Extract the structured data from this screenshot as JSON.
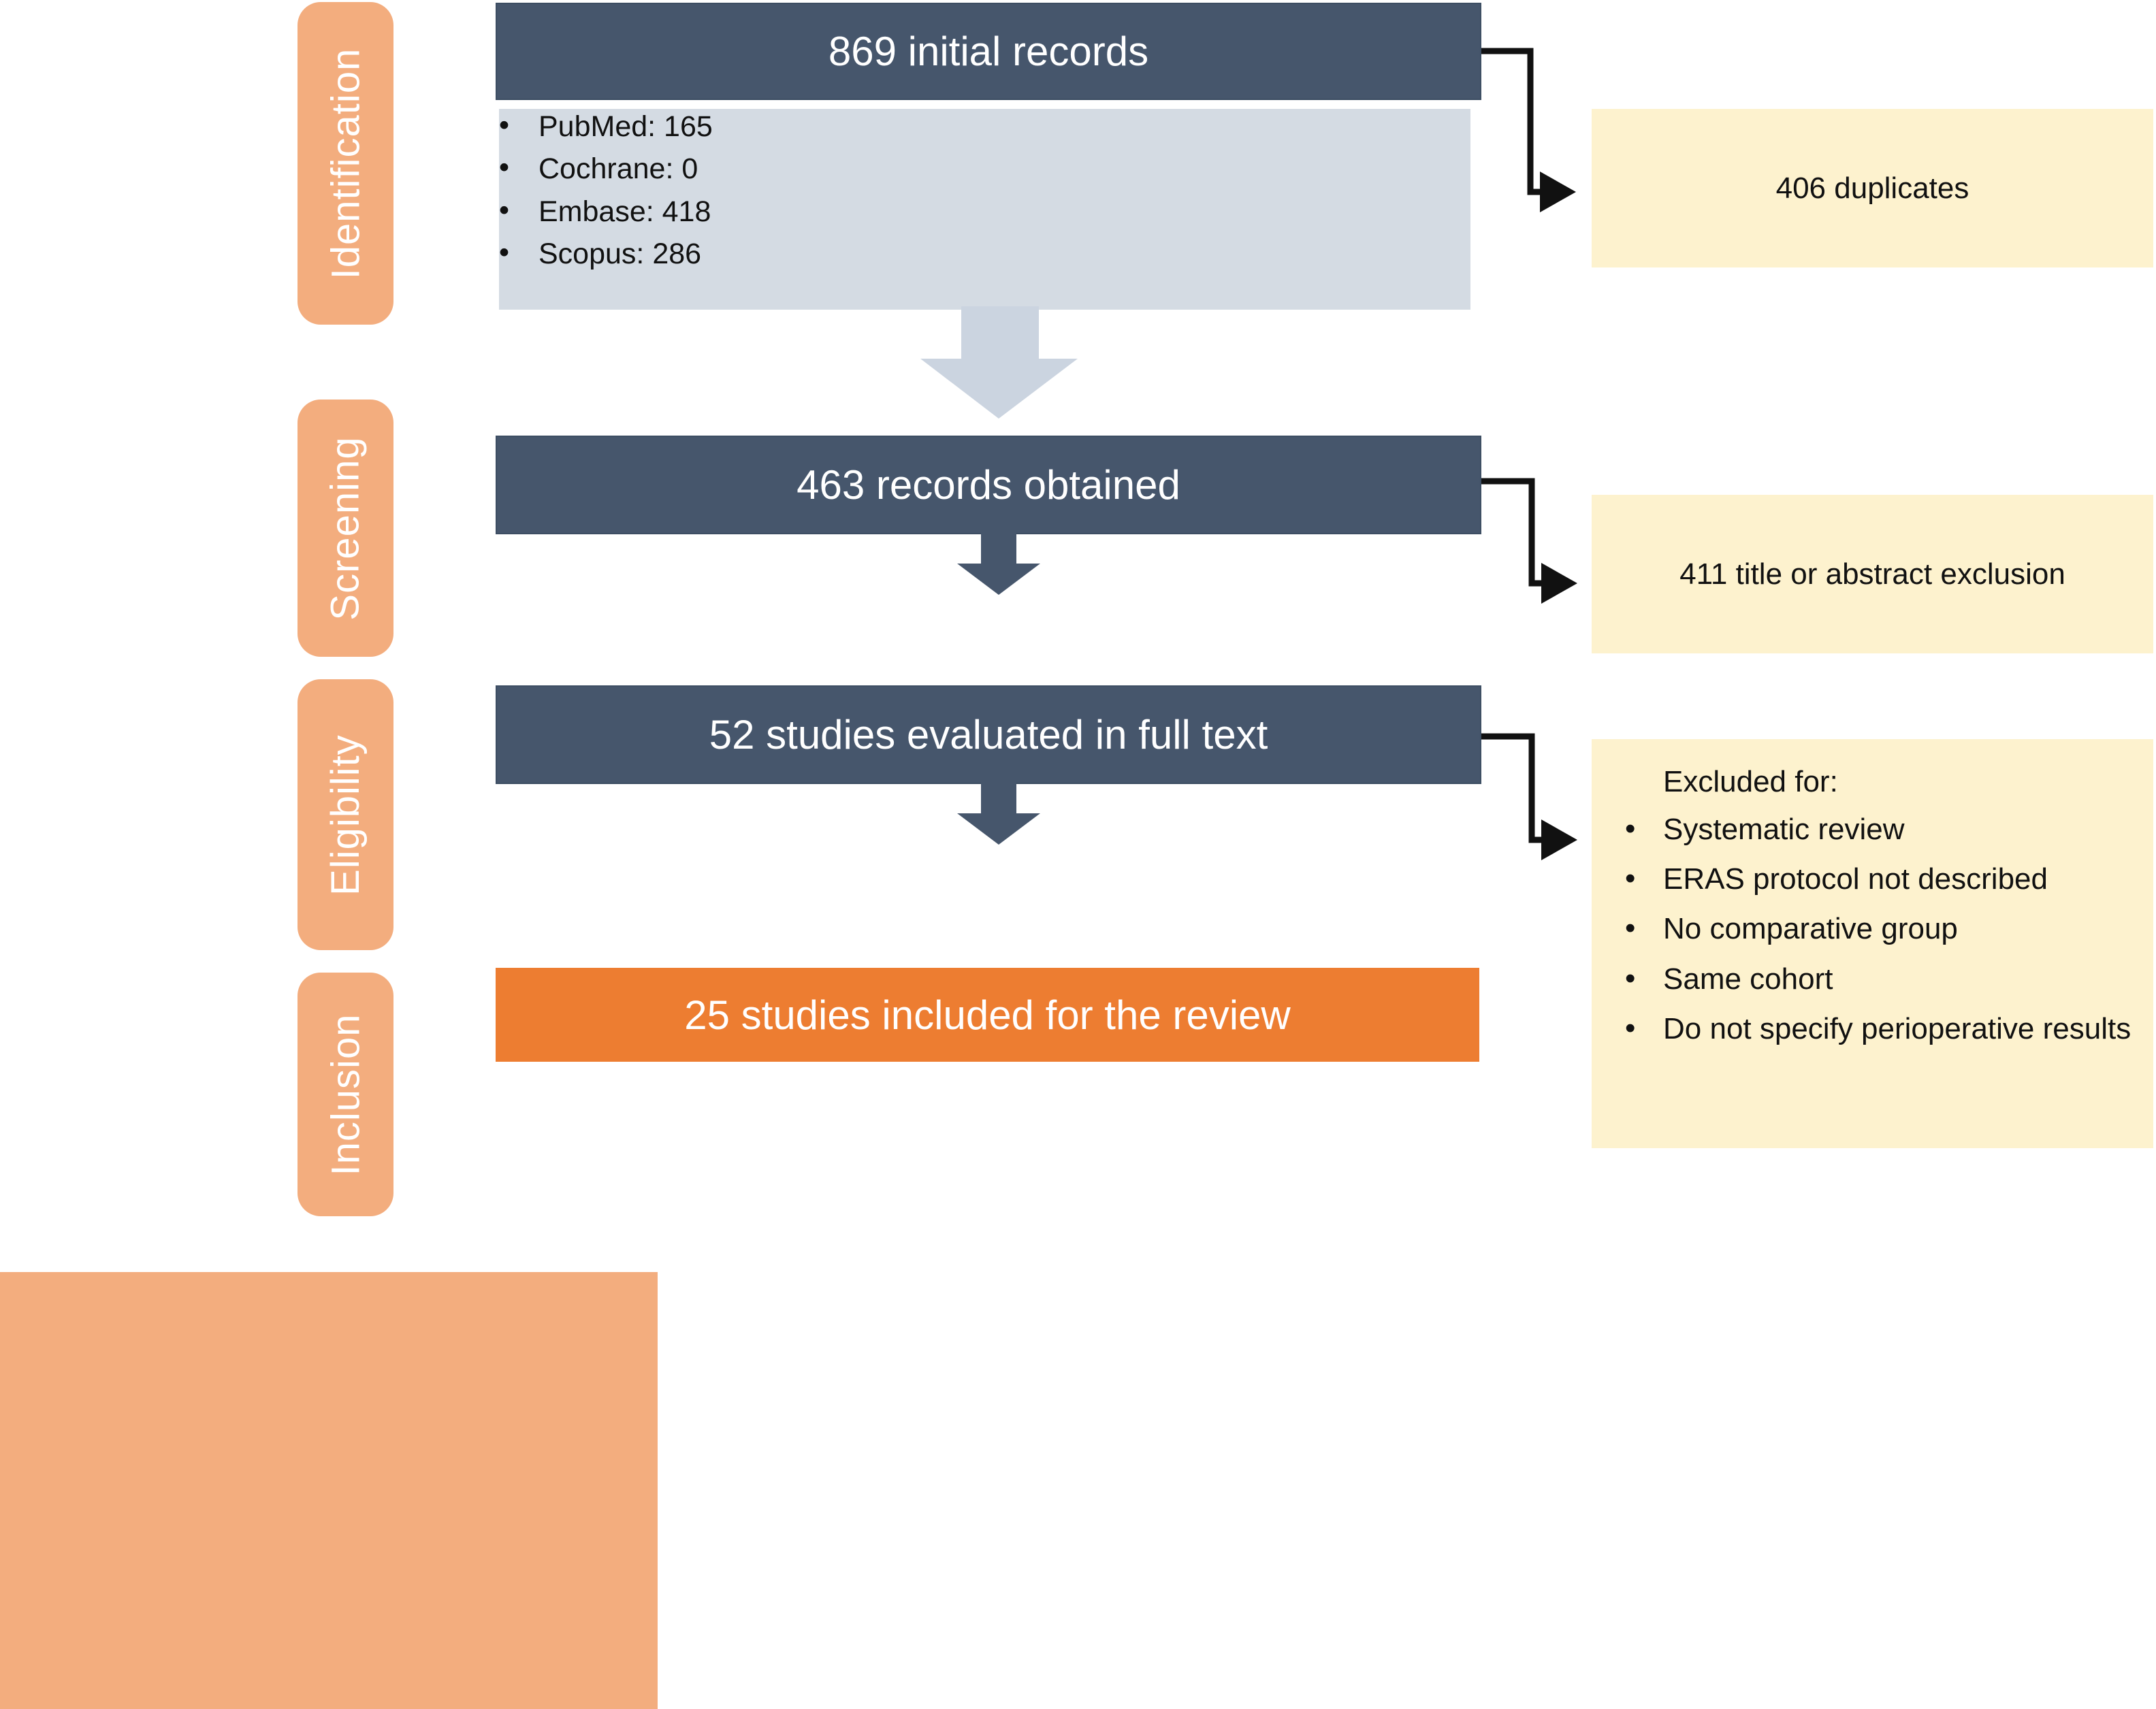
{
  "title": "PRISMA study selection flow diagram",
  "palette": {
    "dark_blue": "#46566C",
    "light_blue": "#D4DBE3",
    "arrow_gray": "#CBD4E0",
    "orange": "#ED7D31",
    "peach": "#F3AD7E",
    "cream": "#FDF2CE",
    "connector_black": "#111111"
  },
  "sidebar": {
    "stages": [
      {
        "label": "Identification"
      },
      {
        "label": "Screening"
      },
      {
        "label": "Eligibility"
      },
      {
        "label": "Inclusion"
      }
    ]
  },
  "flow": {
    "initial": {
      "label": "869 initial records"
    },
    "sources": {
      "items": [
        {
          "label": "PubMed: 165"
        },
        {
          "label": "Cochrane: 0"
        },
        {
          "label": "Embase: 418"
        },
        {
          "label": "Scopus: 286"
        }
      ]
    },
    "obtained": {
      "label": "463 records obtained"
    },
    "fulltext": {
      "label": "52 studies evaluated in full text"
    },
    "included": {
      "label": "25 studies included for the review"
    }
  },
  "exclusions": {
    "duplicates": {
      "label": "406 duplicates"
    },
    "title_abstract": {
      "label": "411 title or abstract exclusion"
    },
    "fulltext_reasons": {
      "heading": "Excluded for:",
      "items": [
        {
          "label": "Systematic review"
        },
        {
          "label": "ERAS protocol not described"
        },
        {
          "label": "No comparative group"
        },
        {
          "label": "Same cohort"
        },
        {
          "label": "Do not specify perioperative results"
        }
      ]
    }
  }
}
